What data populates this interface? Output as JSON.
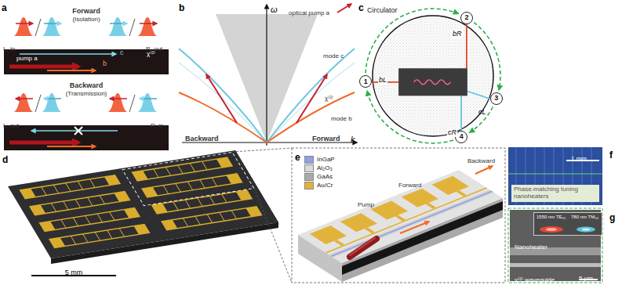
{
  "diagram": {
    "nodes": [
      {
        "text": [
          "c",
          "χ⁽²⁾",
          "pump a",
          "b"
        ]
      },
      {
        "text": [
          "Circulator"
        ]
      },
      {
        "text": [
          "1"
        ]
      },
      {
        "text": [
          "2"
        ]
      },
      {
        "text": [
          "3"
        ]
      },
      {
        "text": [
          "4"
        ]
      },
      {
        "text": [
          "Phase-matching tuning nanoheaters"
        ]
      },
      {
        "text": [
          "1550 nm TE₀₀",
          "780 nm TM₀₀"
        ]
      }
    ],
    "edges": [
      {
        "from": 2,
        "to": 3,
        "arrow": "to"
      },
      {
        "from": 3,
        "to": 4,
        "arrow": "to"
      },
      {
        "from": 4,
        "to": 5,
        "arrow": "to"
      },
      {
        "from": 5,
        "to": 2,
        "arrow": "to"
      }
    ],
    "labels": [
      "a",
      "Forward",
      "(Isolation)",
      "L, in",
      "R, out",
      "Backward",
      "(Transmission)",
      "L, out",
      "R, in",
      "b",
      "ω",
      "optical pump a",
      "mode c",
      "χ⁽²⁾",
      "mode b",
      "k",
      "Backward",
      "Forward",
      "c",
      "bR",
      "bL",
      "cL",
      "cR",
      "d",
      "5 mm",
      "e",
      "Backward",
      "Pump",
      "Forward",
      "f",
      "1 mm",
      "g",
      "Nanoheater",
      "χ⁽²⁾ waveguide",
      "5 µm"
    ],
    "legend": [
      {
        "text": "InGaP",
        "color": "#8fa0e6"
      },
      {
        "text": "Al₂O₃",
        "color": "#d9d9d9"
      },
      {
        "text": "GaAs",
        "color": "#a9a9a9"
      },
      {
        "text": "Au/Cr",
        "color": "#e2b33a"
      }
    ]
  }
}
